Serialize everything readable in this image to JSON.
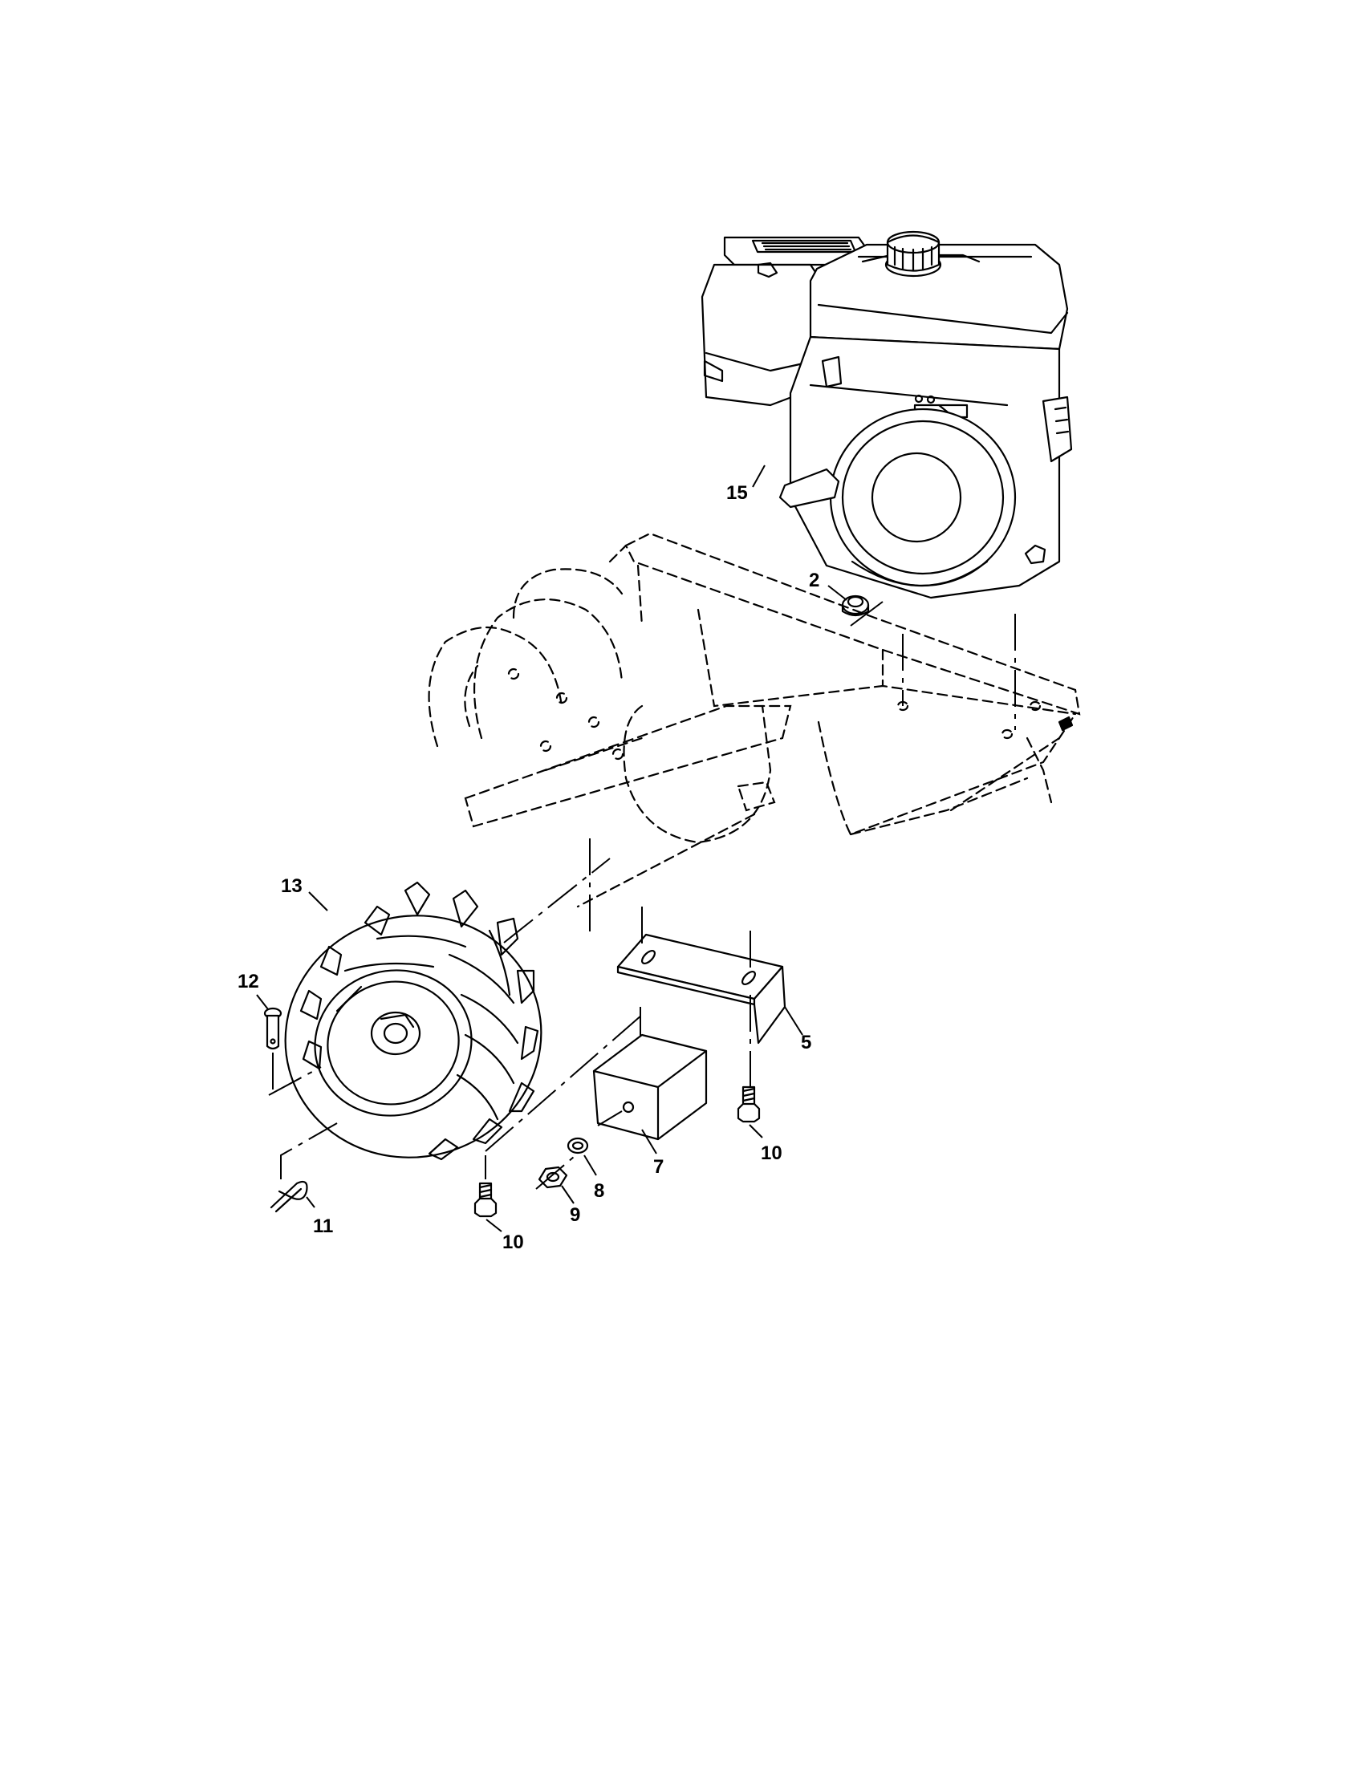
{
  "callouts": {
    "engine": "15",
    "nut_engine": "2",
    "wheel": "13",
    "clevis_pin": "12",
    "hairpin_clip": "11",
    "bracket": "5",
    "weight": "7",
    "lock_washer": "8",
    "hex_nut": "9",
    "bolt_left": "10",
    "bolt_right": "10"
  }
}
